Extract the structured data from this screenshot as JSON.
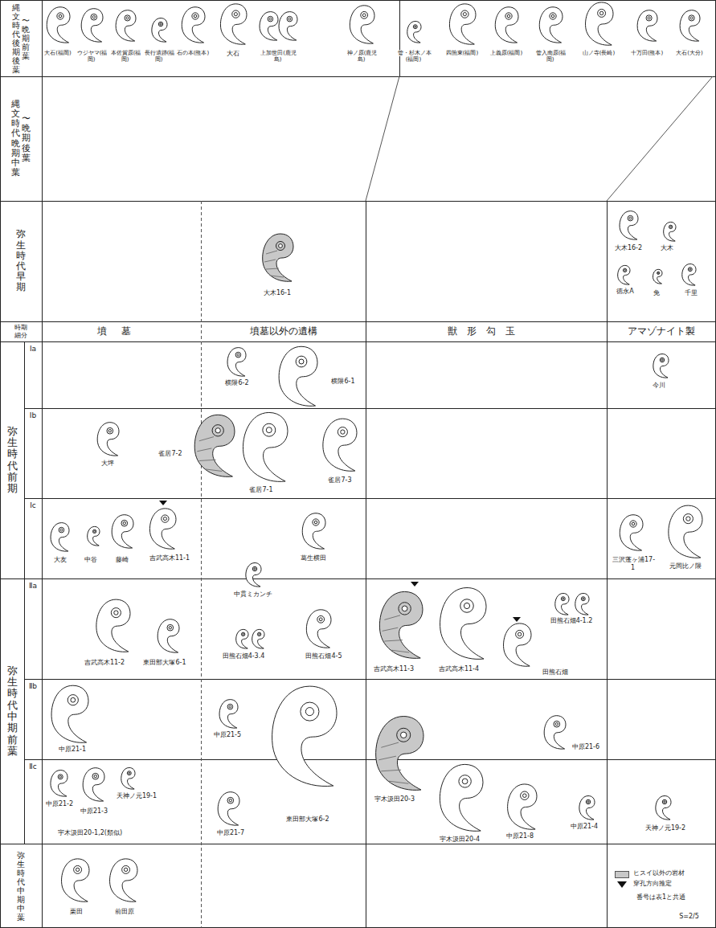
{
  "diagram": {
    "nodes": [
      {
        "text": [
          "縄文時代後期後葉",
          "〜晩期前葉"
        ]
      },
      {
        "text": [
          "縄文時代晩期中葉",
          "〜晩期後葉"
        ]
      },
      {
        "text": [
          "弥生時代早期"
        ]
      },
      {
        "text": [
          "時期",
          "細分"
        ]
      },
      {
        "text": [
          "墳墓"
        ]
      },
      {
        "text": [
          "墳墓以外の遺構"
        ]
      },
      {
        "text": [
          "獣形勾玉"
        ]
      },
      {
        "text": [
          "アマゾナイト製"
        ]
      },
      {
        "text": [
          "弥生時代前期"
        ]
      },
      {
        "text": [
          "Ⅰa"
        ]
      },
      {
        "text": [
          "Ⅰb"
        ]
      },
      {
        "text": [
          "Ⅰc"
        ]
      },
      {
        "text": [
          "弥生時代中期前葉"
        ]
      },
      {
        "text": [
          "Ⅱa"
        ]
      },
      {
        "text": [
          "Ⅱb"
        ]
      },
      {
        "text": [
          "Ⅱc"
        ]
      },
      {
        "text": [
          "弥生時代中期中葉"
        ]
      }
    ],
    "labels": [
      "大石(福岡)",
      "ウジヤマ(福岡)",
      "本佐賀原(福岡)",
      "長行遺跡(福岡)",
      "石の本(熊本)",
      "大石",
      "上加世田(鹿児島)",
      "神ノ原(鹿児島)",
      "菅・杉木ノ本(福岡)",
      "四箇東(福岡)",
      "上義原(福岡)",
      "菅入南原(福岡)",
      "山ノ寺(長崎)",
      "十万田(熊本)",
      "大石(大分)",
      "大木16-1",
      "大木16-2",
      "大木",
      "徳永A",
      "免",
      "千里",
      "横隈6-2",
      "横隈6-1",
      "今川",
      "大坪",
      "雀居7-2",
      "雀居7-1",
      "雀居7-3",
      "大友",
      "中谷",
      "藤崎",
      "吉武高木11-1",
      "葛生横田",
      "中貫ミカンチ",
      "三沢蓬ヶ浦17-1",
      "元岡比ノ隈",
      "吉武高木11-2",
      "東田部大塚6-1",
      "田熊石畑4-3.4",
      "田熊石畑4-5",
      "吉武高木11-3",
      "吉武高木11-4",
      "田熊石畑4-1.2",
      "田熊石畑",
      "中原21-1",
      "中原21-5",
      "東田部大塚6-2",
      "中原21-6",
      "宇木汲田20-3",
      "中原21-2",
      "中原21-3",
      "天神ノ元19-1",
      "宇木汲田20-1,2(類似)",
      "中原21-7",
      "宇木汲田20-4",
      "中原21-8",
      "中原21-4",
      "天神ノ元19-2",
      "栗田",
      "前田原",
      "番号は表1と共通",
      "S=2/5"
    ],
    "legend": [
      {
        "text": "ヒスイ以外の岩材",
        "color": "#c8c8c8"
      },
      {
        "text": "穿孔方向推定"
      }
    ]
  }
}
